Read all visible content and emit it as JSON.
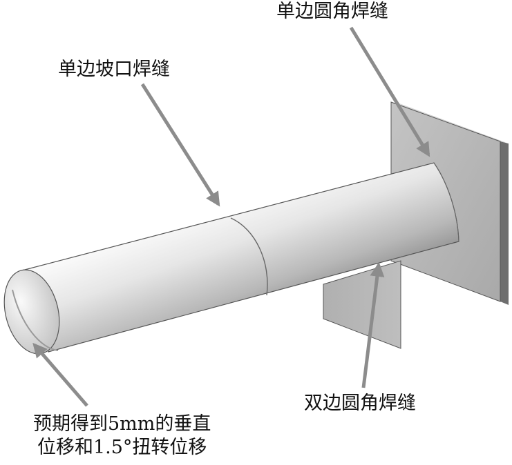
{
  "labels": {
    "single_fillet_weld": "单边圆角焊缝",
    "single_bevel_weld": "单边坡口焊缝",
    "double_fillet_weld": "双边圆角焊缝",
    "load_line1": "预期得到5mm的垂直",
    "load_line2": "位移和1.5°扭转位移"
  },
  "colors": {
    "arrow": "#8c8c8c",
    "plate_face": "#b4b4b4",
    "plate_edge": "#6e6e6e",
    "pipe_light": "#f2f2f2",
    "pipe_dark": "#8a8a8a",
    "outline": "#555555"
  },
  "icons": {
    "arrow": "pointer-arrow"
  }
}
